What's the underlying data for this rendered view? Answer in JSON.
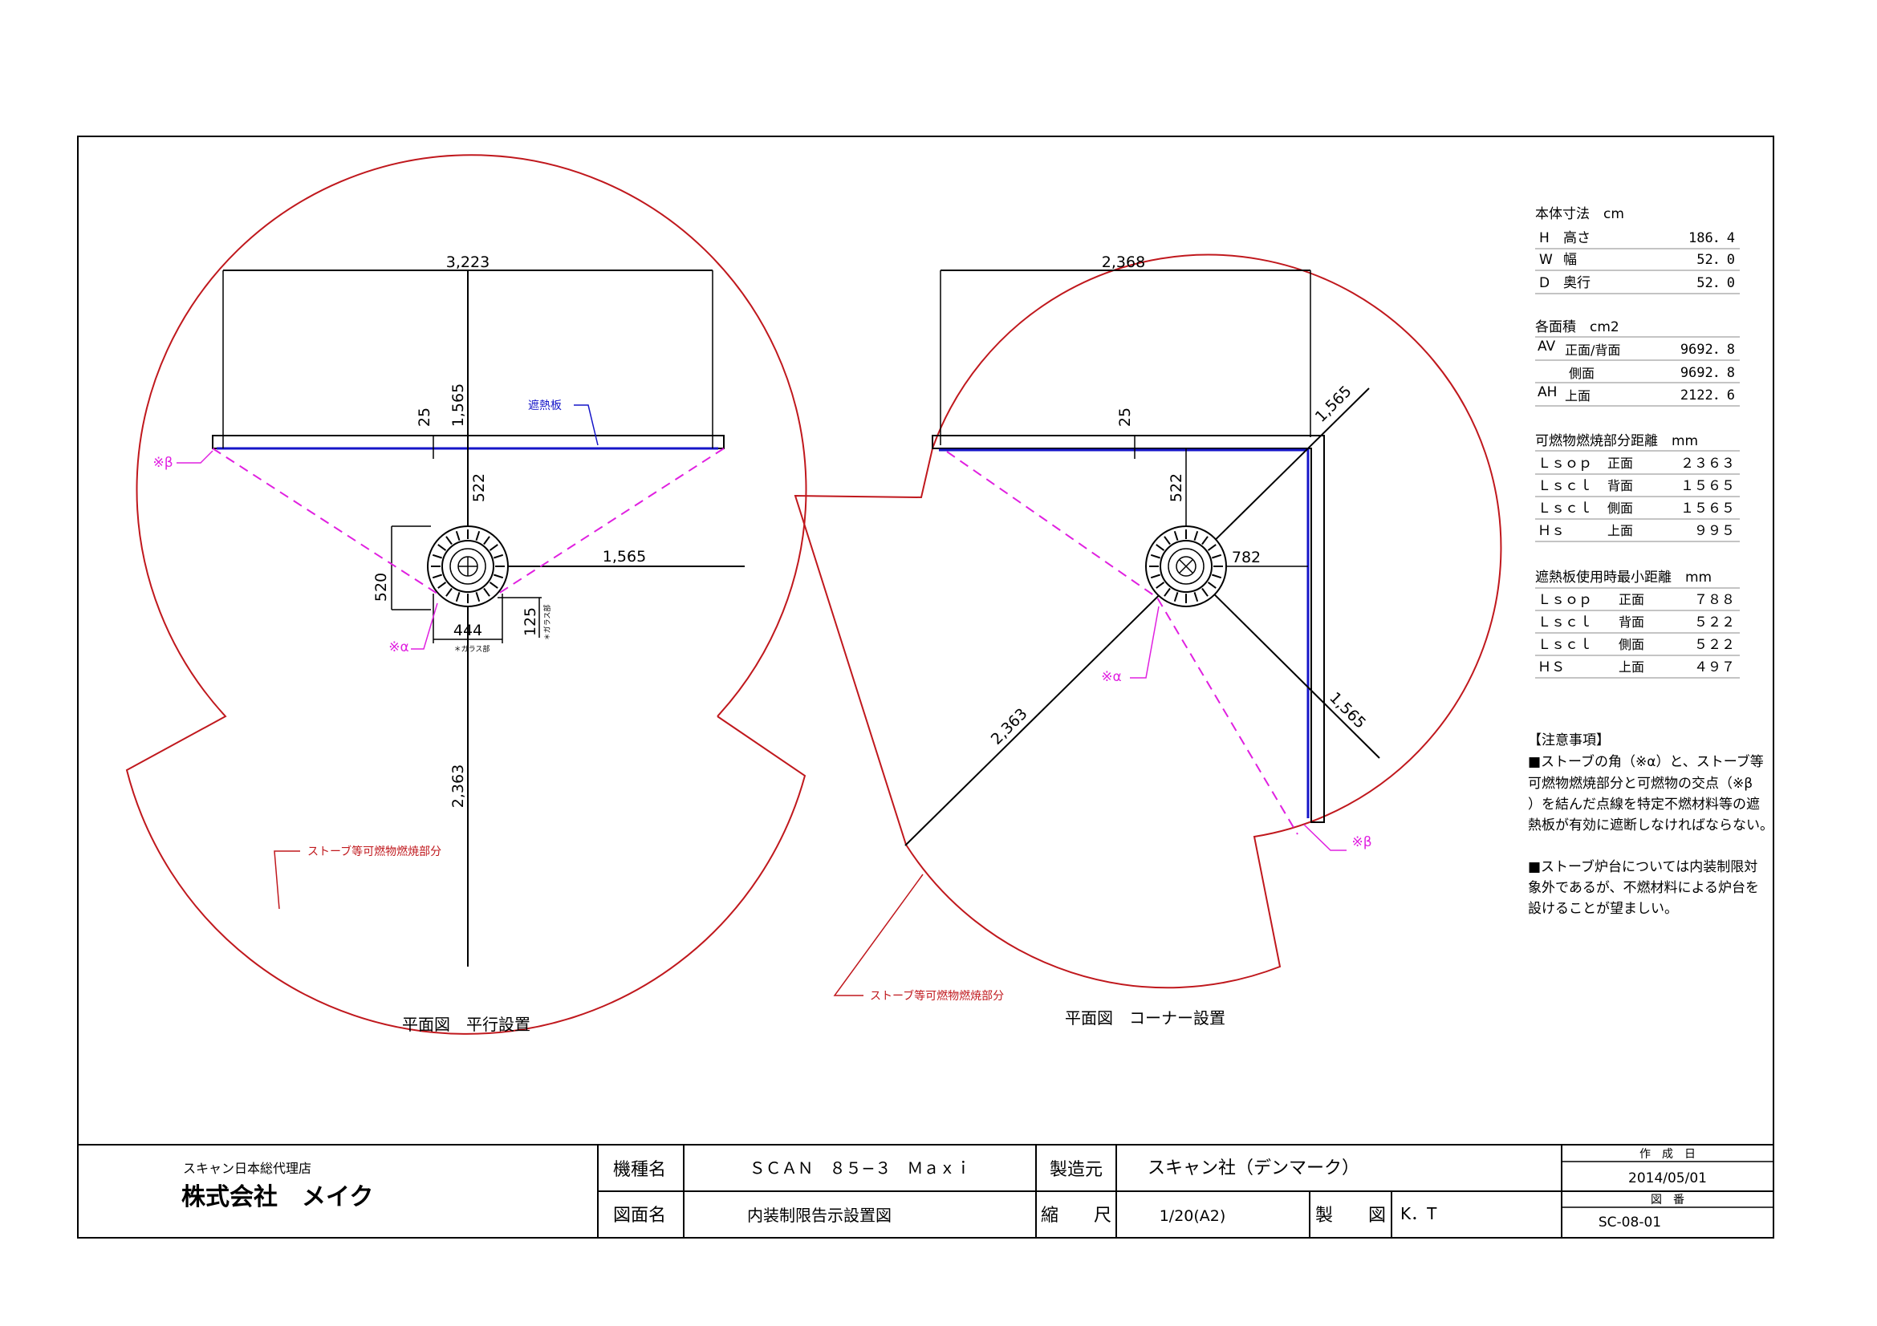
{
  "colors": {
    "border": "#000000",
    "combustion_zone": "#c0181d",
    "guide_line": "#e020e0",
    "heat_shield": "#1515c8"
  },
  "parallel": {
    "caption": "平面図　平行設置",
    "dims": {
      "width": "3,223",
      "top": "1,565",
      "gap": "25",
      "front": "522",
      "right": "1,565",
      "bottom": "2,363",
      "body_w": "520",
      "glass_w": "444",
      "glass_d": "125"
    },
    "glass_note": "＊ガラス部",
    "shield_label": "遮熱板",
    "zone_label": "ストーブ等可燃物燃焼部分",
    "beta": "※β",
    "alpha": "※α"
  },
  "corner": {
    "caption": "平面図　コーナー設置",
    "dims": {
      "width": "2,368",
      "gap": "25",
      "front": "522",
      "diag_top": "1,565",
      "side": "782",
      "diag_right": "1,565",
      "diag_left": "2,363"
    },
    "zone_label": "ストーブ等可燃物燃焼部分",
    "alpha": "※α",
    "beta": "※β"
  },
  "specs": {
    "body": {
      "title": "本体寸法　cm",
      "rows": [
        {
          "code": "H",
          "name": "高さ",
          "value": "186．4"
        },
        {
          "code": "W",
          "name": "幅",
          "value": "52．0"
        },
        {
          "code": "D",
          "name": "奥行",
          "value": "52．0"
        }
      ]
    },
    "area": {
      "title": "各面積　cm2",
      "rows": [
        {
          "code": "AV",
          "name": "正面/背面",
          "value": "9692．8"
        },
        {
          "code": "",
          "name": "側面",
          "value": "9692．8"
        },
        {
          "code": "AH",
          "name": "上面",
          "value": "2122．6"
        }
      ]
    },
    "distance": {
      "title": "可燃物燃焼部分距離　mm",
      "rows": [
        {
          "code": "Ｌｓｏｐ",
          "name": "正面",
          "value": "２３６３"
        },
        {
          "code": "Ｌｓｃｌ",
          "name": "背面",
          "value": "１５６５"
        },
        {
          "code": "Ｌｓｃｌ",
          "name": "側面",
          "value": "１５６５"
        },
        {
          "code": "Ｈｓ",
          "name": "上面",
          "value": "９９５"
        }
      ]
    },
    "shield": {
      "title": "遮熱板使用時最小距離　mm",
      "rows": [
        {
          "code": "Ｌｓｏｐ",
          "name": "正面",
          "value": "７８８"
        },
        {
          "code": "Ｌｓｃｌ",
          "name": "背面",
          "value": "５２２"
        },
        {
          "code": "Ｌｓｃｌ",
          "name": "側面",
          "value": "５２２"
        },
        {
          "code": "ＨＳ",
          "name": "上面",
          "value": "４９７"
        }
      ]
    }
  },
  "notes": {
    "heading": "【注意事項】",
    "lines": [
      "■ストーブの角（※α）と、ストーブ等",
      "可燃物燃焼部分と可燃物の交点（※β",
      "）を結んだ点線を特定不燃材料等の遮",
      "熱板が有効に遮断しなければならない。",
      "",
      "■ストーブ炉台については内装制限対",
      "象外であるが、不燃材料による炉台を",
      "設けることが望ましい。"
    ]
  },
  "title_block": {
    "agent": "スキャン日本総代理店",
    "company": "株式会社　メイク",
    "model_label": "機種名",
    "model_value": "ＳＣＡＮ　８５−３　Ｍａｘｉ",
    "maker_label": "製造元",
    "maker_value": "スキャン社（デンマーク）",
    "created_label": "作　成　日",
    "created_value": "2014/05/01",
    "drawing_label": "図面名",
    "drawing_value": "内装制限告示設置図",
    "scale_label": "縮　　尺",
    "scale_value": "1/20(A2)",
    "drafter_label": "製　　図",
    "drafter_value": "K．T",
    "number_label": "図　番",
    "number_value": "SC-08-01"
  }
}
